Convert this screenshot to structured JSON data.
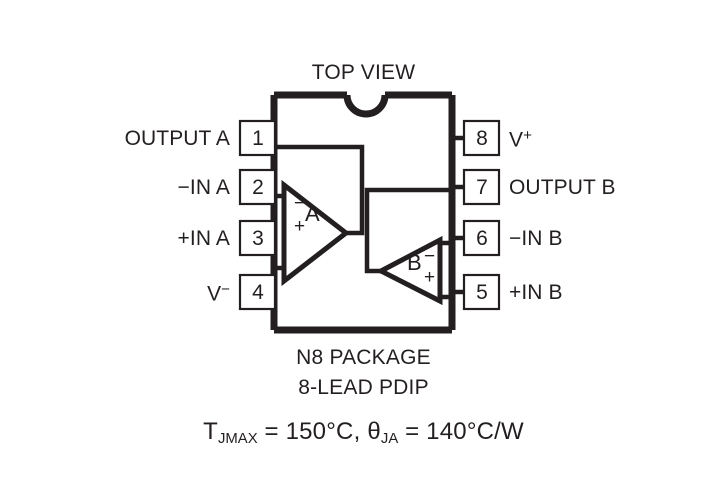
{
  "figure": {
    "title": "TOP VIEW",
    "package_name": "N8 PACKAGE",
    "package_type": "8-LEAD PDIP",
    "thermal_prefix": "T",
    "thermal_sub": "JMAX",
    "thermal_value": " = 150°C, ",
    "theta_symbol": "θ",
    "theta_sub": "JA",
    "theta_value": " = 140°C/W",
    "thermal_full": "TJMAX = 150°C, θJA = 140°C/W"
  },
  "colors": {
    "ink": "#231f20",
    "background": "#ffffff",
    "pin_box_border": "#231f20"
  },
  "pins": {
    "left": [
      {
        "number": "1",
        "label": "OUTPUT A",
        "label_plain": "OUTPUT A",
        "sup": ""
      },
      {
        "number": "2",
        "label": "−IN A",
        "label_plain": "-IN A",
        "sup": ""
      },
      {
        "number": "3",
        "label": "+IN A",
        "label_plain": "+IN A",
        "sup": ""
      },
      {
        "number": "4",
        "label": "V",
        "label_plain": "V-",
        "sup": "−"
      }
    ],
    "right": [
      {
        "number": "8",
        "label": "V",
        "label_plain": "V+",
        "sup": "+"
      },
      {
        "number": "7",
        "label": "OUTPUT B",
        "label_plain": "OUTPUT B",
        "sup": ""
      },
      {
        "number": "6",
        "label": "−IN B",
        "label_plain": "-IN B",
        "sup": ""
      },
      {
        "number": "5",
        "label": "+IN B",
        "label_plain": "+IN B",
        "sup": ""
      }
    ]
  },
  "amplifiers": [
    {
      "id": "A",
      "letter": "A",
      "inverting_sign": "−",
      "noninverting_sign": "+",
      "orientation": "points-right"
    },
    {
      "id": "B",
      "letter": "B",
      "inverting_sign": "−",
      "noninverting_sign": "+",
      "orientation": "points-left"
    }
  ]
}
